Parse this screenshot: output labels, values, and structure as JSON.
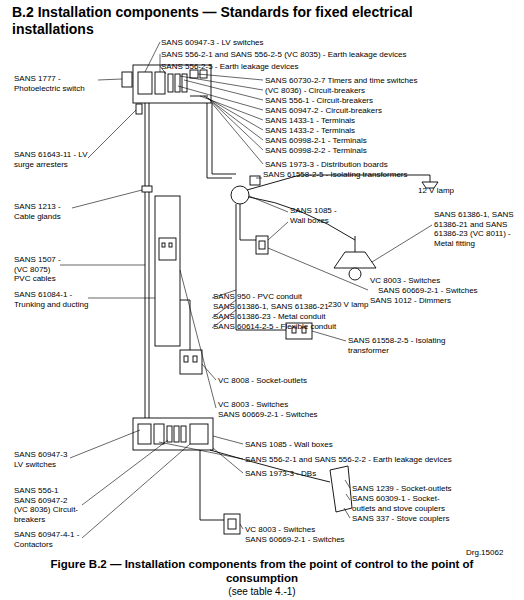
{
  "diagram": {
    "title": "B.2 Installation components — Standards for fixed electrical installations",
    "caption": "Figure B.2 — Installation components from the point of control to the point of consumption",
    "labels": [
      "SANS 60947-3 - LV switches",
      "SANS 556-2-1 and SANS 556-2-5 (VC 8035) - Earth leakage devices",
      "SANS 556-2-5 - Earth leakage devices",
      "SANS 1777 - Photoelectric switch",
      "SANS 60730-2-7 Timers and time switches",
      "(VC 8036) - Circuit-breakers",
      "SANS 556-1 - Circuit-breakers",
      "SANS 60947-2 - Circuit-breakers",
      "SANS 1433-1 - Terminals",
      "SANS 1433-2 - Terminals",
      "SANS 60998-2-1 - Terminals",
      "SANS 60998-2-2 - Terminals",
      "SANS 1973-3 - Distribution boards",
      "SANS 61643-11 - LV surge arresters",
      "SANS 61558-2-5 - Isolating transformers",
      "12 V lamp",
      "SANS 1213 - Cable glands",
      "SANS 1085 - Wall boxes",
      "SANS 61386-1, SANS 61386-21 and SANS 61386-23 (VC 8011) - Metal fitting",
      "SANS 1507 - (VC 8075) PVC cables",
      "SANS 61084-1 - Trunking and ducting",
      "VC 8003 - Switches",
      "SANS 60669-2-1 - Switches",
      "SANS 1012 - Dimmers",
      "230 V lamp",
      "SANS 950 - PVC conduit",
      "SANS 61386-1, SANS 61386-21",
      "SANS 61386-23 - Metal conduit",
      "SANS 60614-2-5 - Flexible conduit",
      "SANS 61558-2-5 - Isolating transformer",
      "VC 8008 - Socket-outlets",
      "VC 8003 - Switches",
      "SANS 60669-2-1 - Switches",
      "SANS 60947-3 LV switches",
      "SANS 1085 - Wall boxes",
      "SANS 556-1 SANS 60947-2 (VC 8036) Circuit-breakers",
      "SANS 556-2-1 and SANS 556-2-2 - Earth leakage devices",
      "SANS 1973-3 - DBs",
      "SANS 1239 - Socket-outlets",
      "SANS 60309-1 - Socket-outlets and stove couplers",
      "SANS 337 - Stove couplers",
      "SANS 60947-4-1 - Contactors",
      "VC 8003 - Switches",
      "SANS 60669-2-1 - Switches",
      "Drg.15062",
      "(see table 4.-1)"
    ]
  }
}
